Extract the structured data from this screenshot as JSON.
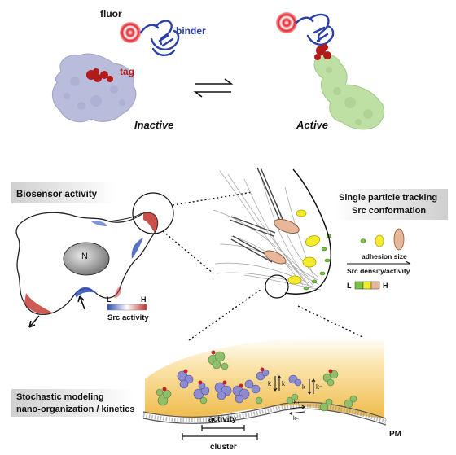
{
  "top": {
    "fluor_label": "fluor",
    "binder_label": "binder",
    "tag_label": "tag",
    "inactive_label": "Inactive",
    "active_label": "Active"
  },
  "middle_left": {
    "title": "Biosensor activity",
    "nucleus_label": "N",
    "scale_low": "L",
    "scale_high": "H",
    "scale_title": "Src activity"
  },
  "middle_right": {
    "title_line1": "Single particle tracking",
    "title_line2": "Src conformation",
    "adhesion_size": "adhesion size",
    "density_activity": "Src density/activity",
    "scale_low": "L",
    "scale_high": "H"
  },
  "bottom": {
    "title_line1": "Stochastic modeling",
    "title_line2": "nano-organization / kinetics",
    "activity_label": "activity",
    "cluster_label": "cluster",
    "pm_label": "PM",
    "k1": "k",
    "k1b": "k⁻",
    "k2": "k",
    "k2b": "k⁻",
    "k3": "k₊",
    "k3b": "k₋"
  },
  "colors": {
    "fluor": "#e2262f",
    "binder": "#2a3fa8",
    "tag": "#b31b1b",
    "inactive_protein": "#b9bddb",
    "active_protein": "#bfe0a4",
    "high_activity": "#c2302b",
    "low_activity": "#2e4fb8",
    "membrane_gold": "#f1c45a"
  }
}
